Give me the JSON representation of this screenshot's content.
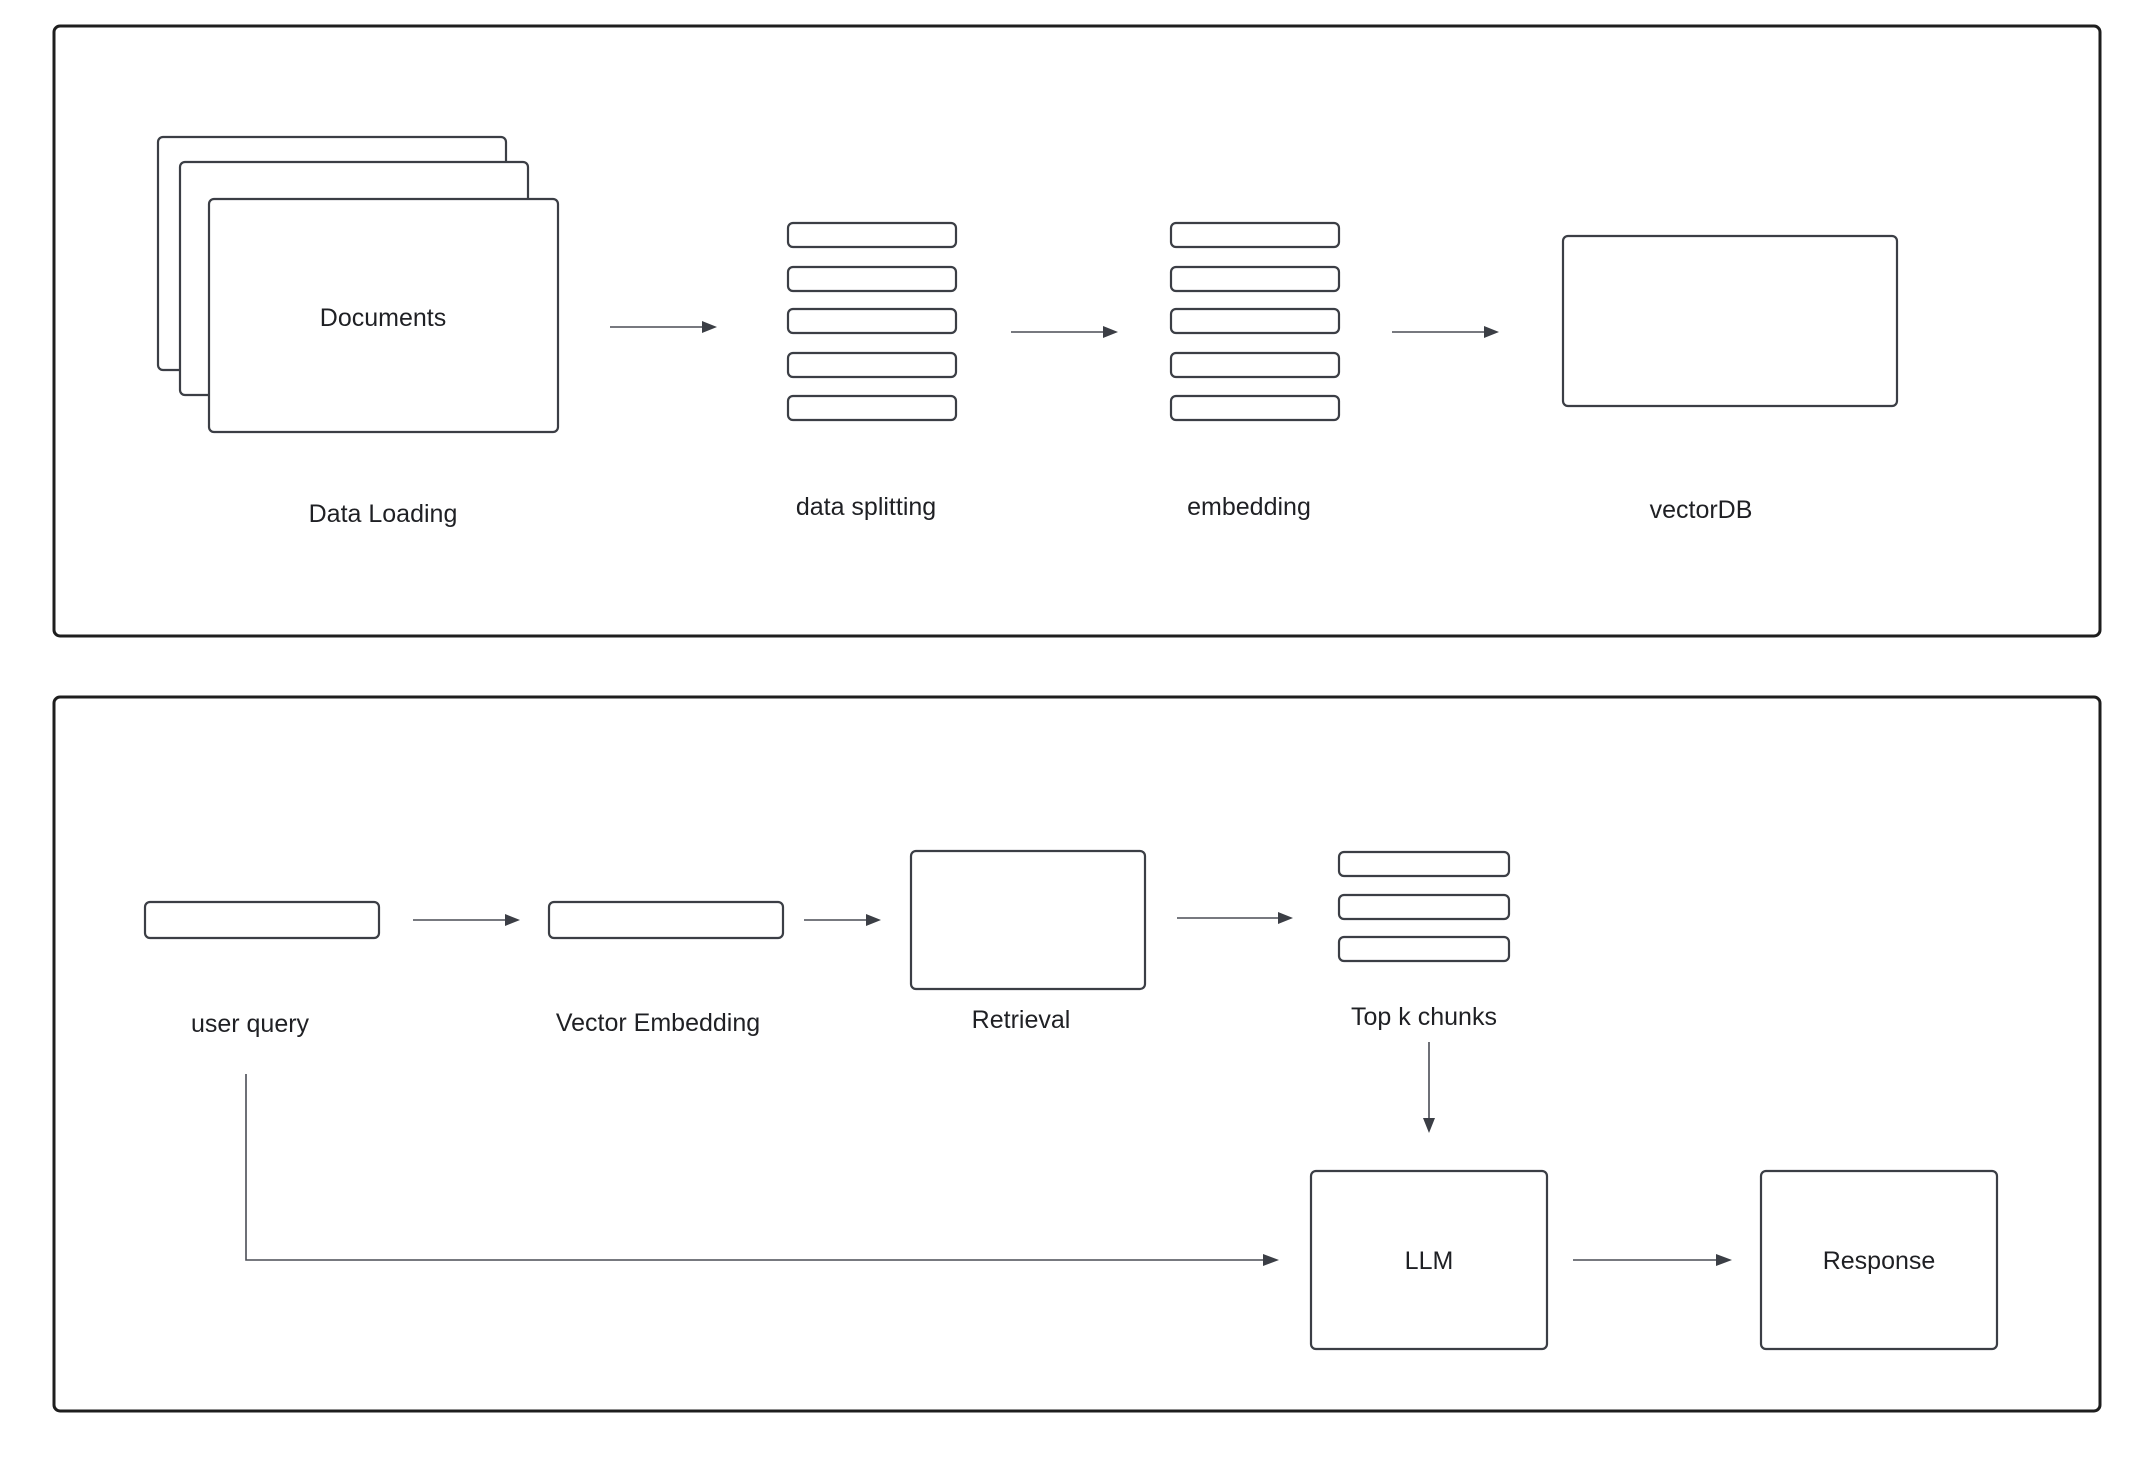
{
  "colors": {
    "stroke": "#3b3e45",
    "panel_border": "#1e1e1e",
    "text": "#1f2024",
    "background": "#ffffff"
  },
  "ingestion": {
    "documents_label": "Documents",
    "data_loading_label": "Data Loading",
    "data_splitting_label": "data splitting",
    "embedding_label": "embedding",
    "vectordb_label": "vectorDB"
  },
  "retrieval": {
    "user_query_label": "user query",
    "vector_embedding_label": "Vector Embedding",
    "retrieval_label": "Retrieval",
    "top_k_label": "Top k chunks",
    "llm_label": "LLM",
    "response_label": "Response"
  }
}
